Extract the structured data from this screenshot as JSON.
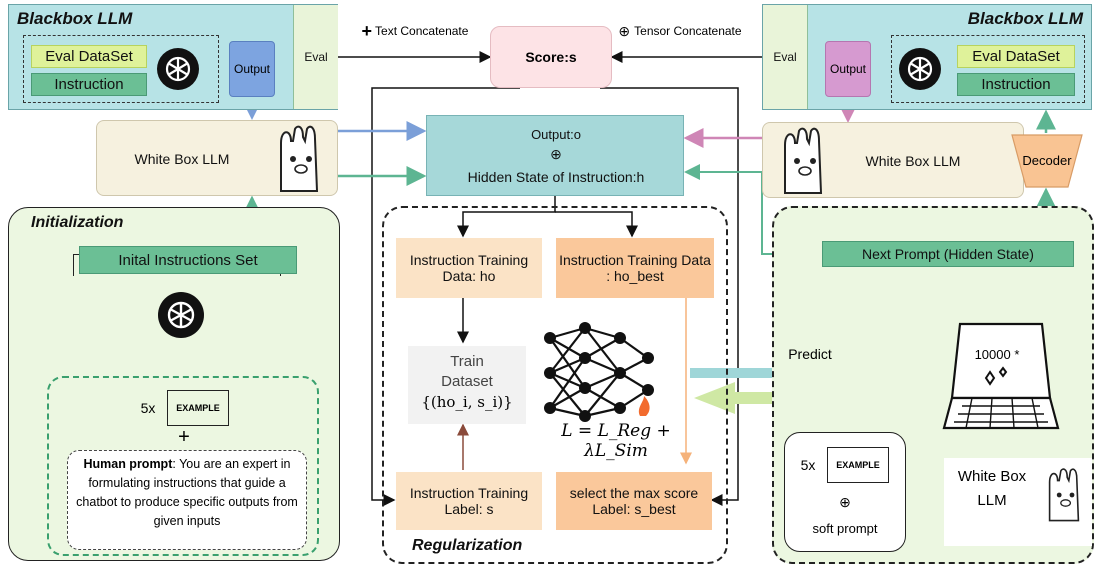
{
  "legend": {
    "text_concat": "Text  Concatenate",
    "tensor_concat": "Tensor Concatenate",
    "plus_symbol": "+",
    "oplus_symbol": "⊕"
  },
  "left_blackbox": {
    "title": "Blackbox LLM",
    "eval_dataset": "Eval DataSet",
    "instruction": "Instruction",
    "output": "Output",
    "eval": "Eval"
  },
  "right_blackbox": {
    "title": "Blackbox LLM",
    "eval_dataset": "Eval DataSet",
    "instruction": "Instruction",
    "output": "Output",
    "eval": "Eval"
  },
  "score": "Score:s",
  "center": {
    "line1": "Output:o",
    "oplus": "⊕",
    "line2": "Hidden State of Instruction:h"
  },
  "white_box_left": "White Box LLM",
  "white_box_right": "White Box LLM",
  "decoder": "Decoder",
  "initialization": {
    "title": "Initialization",
    "instructions_set": "Inital Instructions Set",
    "multiplier": "5x",
    "example_label": "EXAMPLE",
    "plus": "+",
    "human_prompt_bold": "Human prompt",
    "human_prompt_text": ":  You are an expert in formulating instructions that guide a chatbot to produce specific outputs from given inputs"
  },
  "regularization": {
    "title": "Regularization",
    "itd_ho": "Instruction Training Data: ho",
    "itd_best": "Instruction Training Data :  ho_best",
    "train_dataset_l1": "Train",
    "train_dataset_l2": "Dataset",
    "train_dataset_l3": "{(ho_i, s_i)}",
    "loss": "L = L_Reg + λL_Sim",
    "itl": "Instruction Training Label: s",
    "select_max": "select the max score Label: s_best"
  },
  "right_region": {
    "next_prompt": "Next Prompt  (Hidden State)",
    "predict": "Predict",
    "count": "10000 *",
    "multiplier": "5x",
    "example_label": "EXAMPLE",
    "oplus": "⊕",
    "soft_prompt": "soft prompt",
    "white_box_l1": "White Box",
    "white_box_l2": "LLM"
  },
  "colors": {
    "teal_arrow": "#5db592",
    "blue_arrow": "#7b9fd8",
    "pink_arrow": "#cf86b6",
    "orange_arrow": "#f5b27a",
    "panel": "#b7e3e6"
  }
}
